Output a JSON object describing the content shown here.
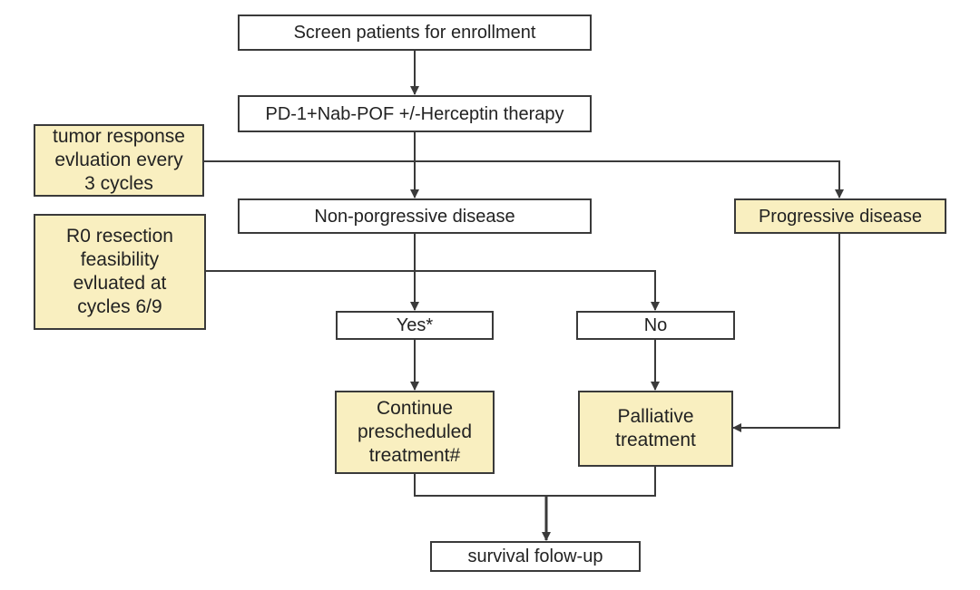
{
  "diagram": {
    "nodes": {
      "screen": "Screen patients for enrollment",
      "therapy": "PD-1+Nab-POF +/-Herceptin therapy",
      "tumor_eval": "tumor response\nevluation every\n3 cycles",
      "non_progressive": "Non-porgressive disease",
      "progressive": "Progressive disease",
      "r0_eval": "R0 resection\nfeasibility\nevluated at\ncycles 6/9",
      "yes": "Yes*",
      "no": "No",
      "continue": "Continue\nprescheduled\ntreatment#",
      "palliative": "Palliative\ntreatment",
      "survival": "survival folow-up"
    },
    "colors": {
      "highlight_fill": "#f9efc0",
      "plain_fill": "#ffffff",
      "stroke": "#3a3a3a"
    }
  }
}
